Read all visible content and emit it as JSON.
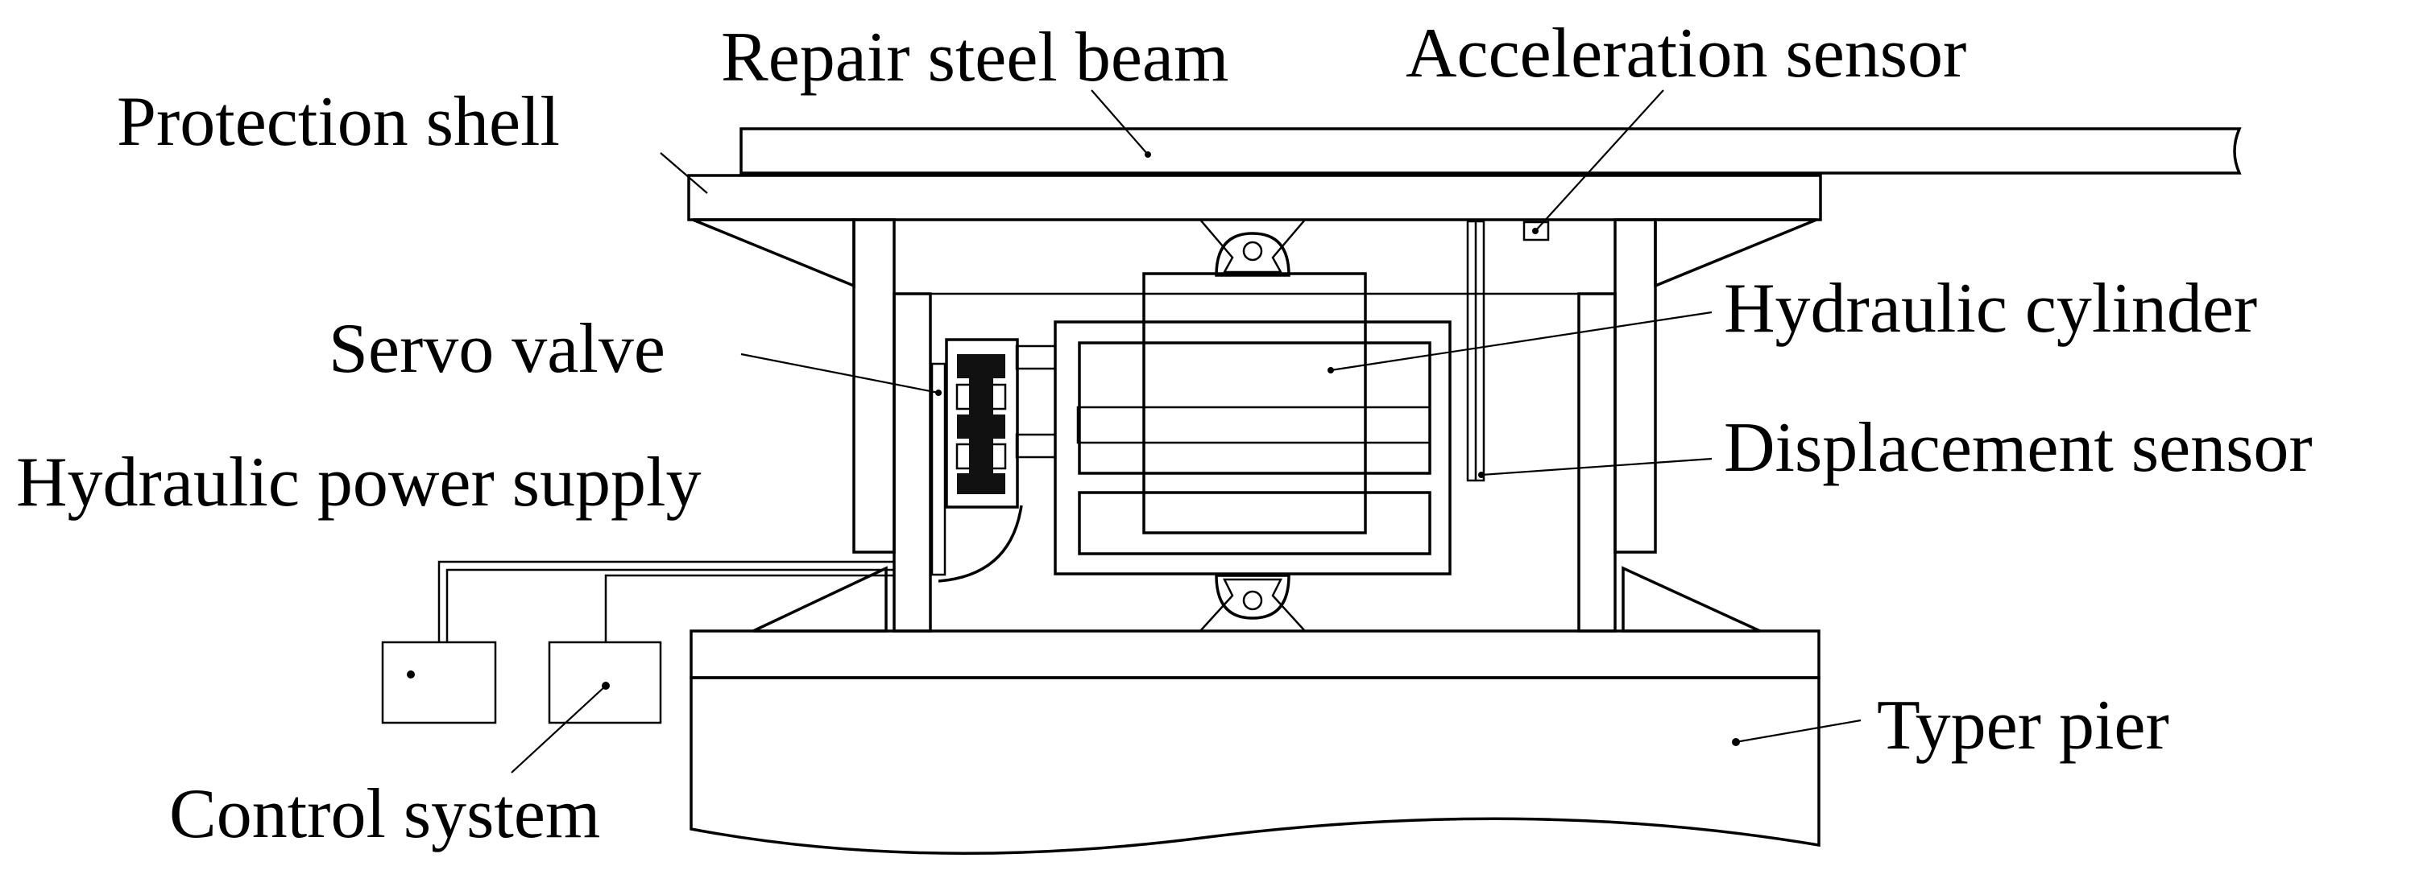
{
  "labels": {
    "repair_steel_beam": "Repair steel beam",
    "acceleration_sensor": "Acceleration sensor",
    "protection_shell": "Protection shell",
    "hydraulic_cylinder": "Hydraulic cylinder",
    "servo_valve": "Servo valve",
    "displacement_sensor": "Displacement sensor",
    "hydraulic_power_supply": "Hydraulic power supply",
    "typer_pier": "Typer pier",
    "control_system": "Control system"
  },
  "colors": {
    "line": "#000000",
    "background": "#ffffff",
    "valve_dark": "#111111"
  }
}
